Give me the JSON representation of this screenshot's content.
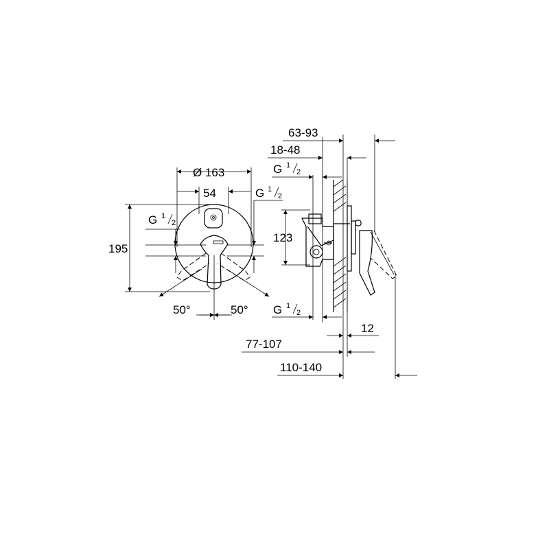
{
  "front_view": {
    "diameter": "Ø 163",
    "center_distance": "54",
    "height": "195",
    "thread_left": {
      "base": "G",
      "num": "1",
      "den": "2"
    },
    "thread_right": {
      "base": "G",
      "num": "1",
      "den": "2"
    },
    "angle_left": "50°",
    "angle_right": "50°"
  },
  "side_view": {
    "range_outer": "63-93",
    "range_inner": "18-48",
    "thread_top": {
      "base": "G",
      "num": "1",
      "den": "2"
    },
    "body_height": "123",
    "thread_bottom": {
      "base": "G",
      "num": "1",
      "den": "2"
    },
    "plate_thickness": "12",
    "range_lower": "77-107",
    "range_total": "110-140"
  }
}
